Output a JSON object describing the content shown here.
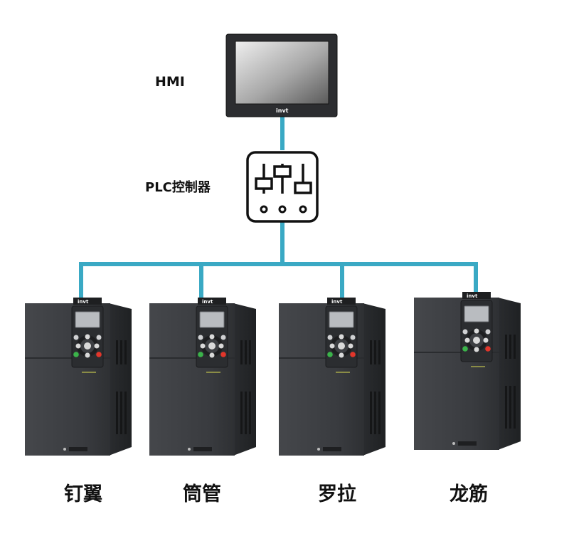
{
  "hmi": {
    "label": "HMI",
    "brand": "invt"
  },
  "plc": {
    "label": "PLC控制器"
  },
  "drives": [
    {
      "label": "钉翼",
      "brand": "invt"
    },
    {
      "label": "筒管",
      "brand": "invt"
    },
    {
      "label": "罗拉",
      "brand": "invt"
    },
    {
      "label": "龙筋",
      "brand": "invt"
    }
  ],
  "colors": {
    "connector": "#3aa9c4",
    "device_body": "#3a3c40",
    "device_body_dark": "#26282b",
    "screen": "#b9bcc0",
    "ok_key": "#3bb34a",
    "stop_key": "#e2362b",
    "label_text": "#111111"
  }
}
